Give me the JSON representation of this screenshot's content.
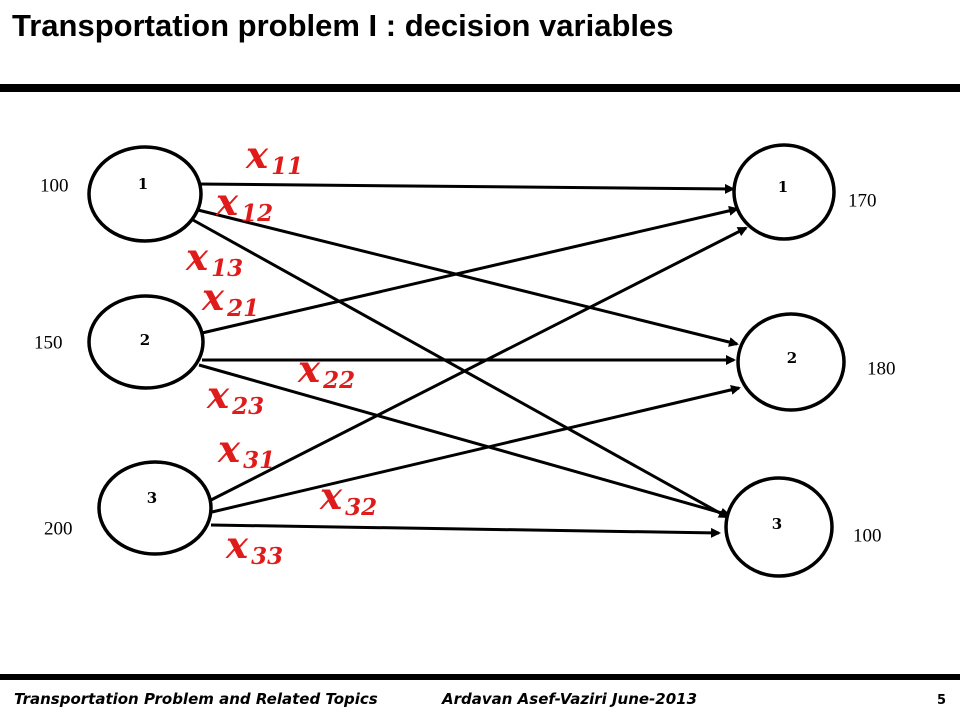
{
  "title": "Transportation problem I : decision variables",
  "footer": {
    "left": "Transportation  Problem and Related Topics",
    "author": "Ardavan Asef-Vaziri   June-2013",
    "page": "5"
  },
  "sources": [
    {
      "label": "1",
      "supply": "100"
    },
    {
      "label": "2",
      "supply": "150"
    },
    {
      "label": "3",
      "supply": "200"
    }
  ],
  "destinations": [
    {
      "label": "1",
      "demand": "170"
    },
    {
      "label": "2",
      "demand": "180"
    },
    {
      "label": "3",
      "demand": "100"
    }
  ],
  "arcs": [
    {
      "from": 1,
      "to": 1,
      "var": "x",
      "sub": "11"
    },
    {
      "from": 1,
      "to": 2,
      "var": "x",
      "sub": "12"
    },
    {
      "from": 1,
      "to": 3,
      "var": "x",
      "sub": "13"
    },
    {
      "from": 2,
      "to": 1,
      "var": "x",
      "sub": "21"
    },
    {
      "from": 2,
      "to": 2,
      "var": "x",
      "sub": "22"
    },
    {
      "from": 2,
      "to": 3,
      "var": "x",
      "sub": "23"
    },
    {
      "from": 3,
      "to": 1,
      "var": "x",
      "sub": "31"
    },
    {
      "from": 3,
      "to": 2,
      "var": "x",
      "sub": "32"
    },
    {
      "from": 3,
      "to": 3,
      "var": "x",
      "sub": "33"
    }
  ],
  "colors": {
    "variable": "#e01b1b",
    "stroke": "#000000"
  }
}
